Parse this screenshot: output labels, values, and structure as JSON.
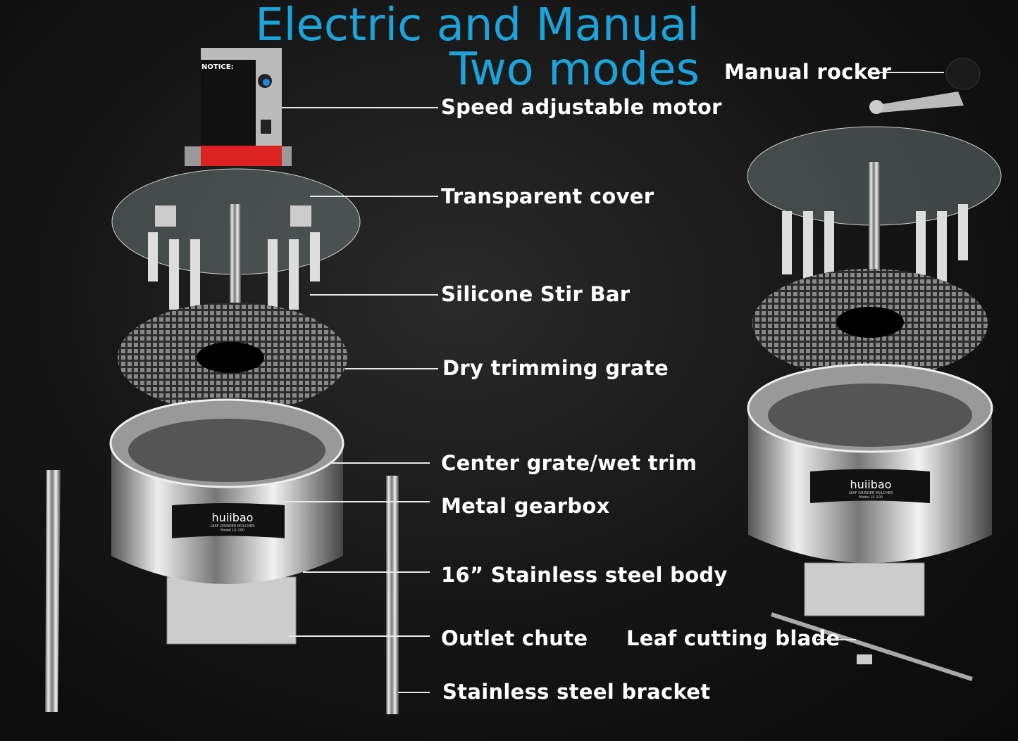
{
  "title": {
    "line1": "Electric and Manual",
    "line2": "Two modes"
  },
  "labels": {
    "manual_rocker": "Manual rocker",
    "motor": "Speed adjustable motor",
    "cover": "Transparent cover",
    "stir_bar": "Silicone Stir Bar",
    "dry_grate": "Dry trimming grate",
    "center_grate": "Center grate/wet trim",
    "gearbox": "Metal gearbox",
    "body": "16” Stainless steel body",
    "chute": "Outlet chute",
    "blade": "Leaf cutting blade",
    "bracket": "Stainless steel bracket"
  },
  "motor_box": {
    "notice": "NOTICE:"
  },
  "brand": {
    "name": "huiibao",
    "subtitle": "LEAF GRINDER MULCHER",
    "model": "Model LS-100"
  },
  "colors": {
    "title": "#1ba3da",
    "label": "#ffffff"
  }
}
